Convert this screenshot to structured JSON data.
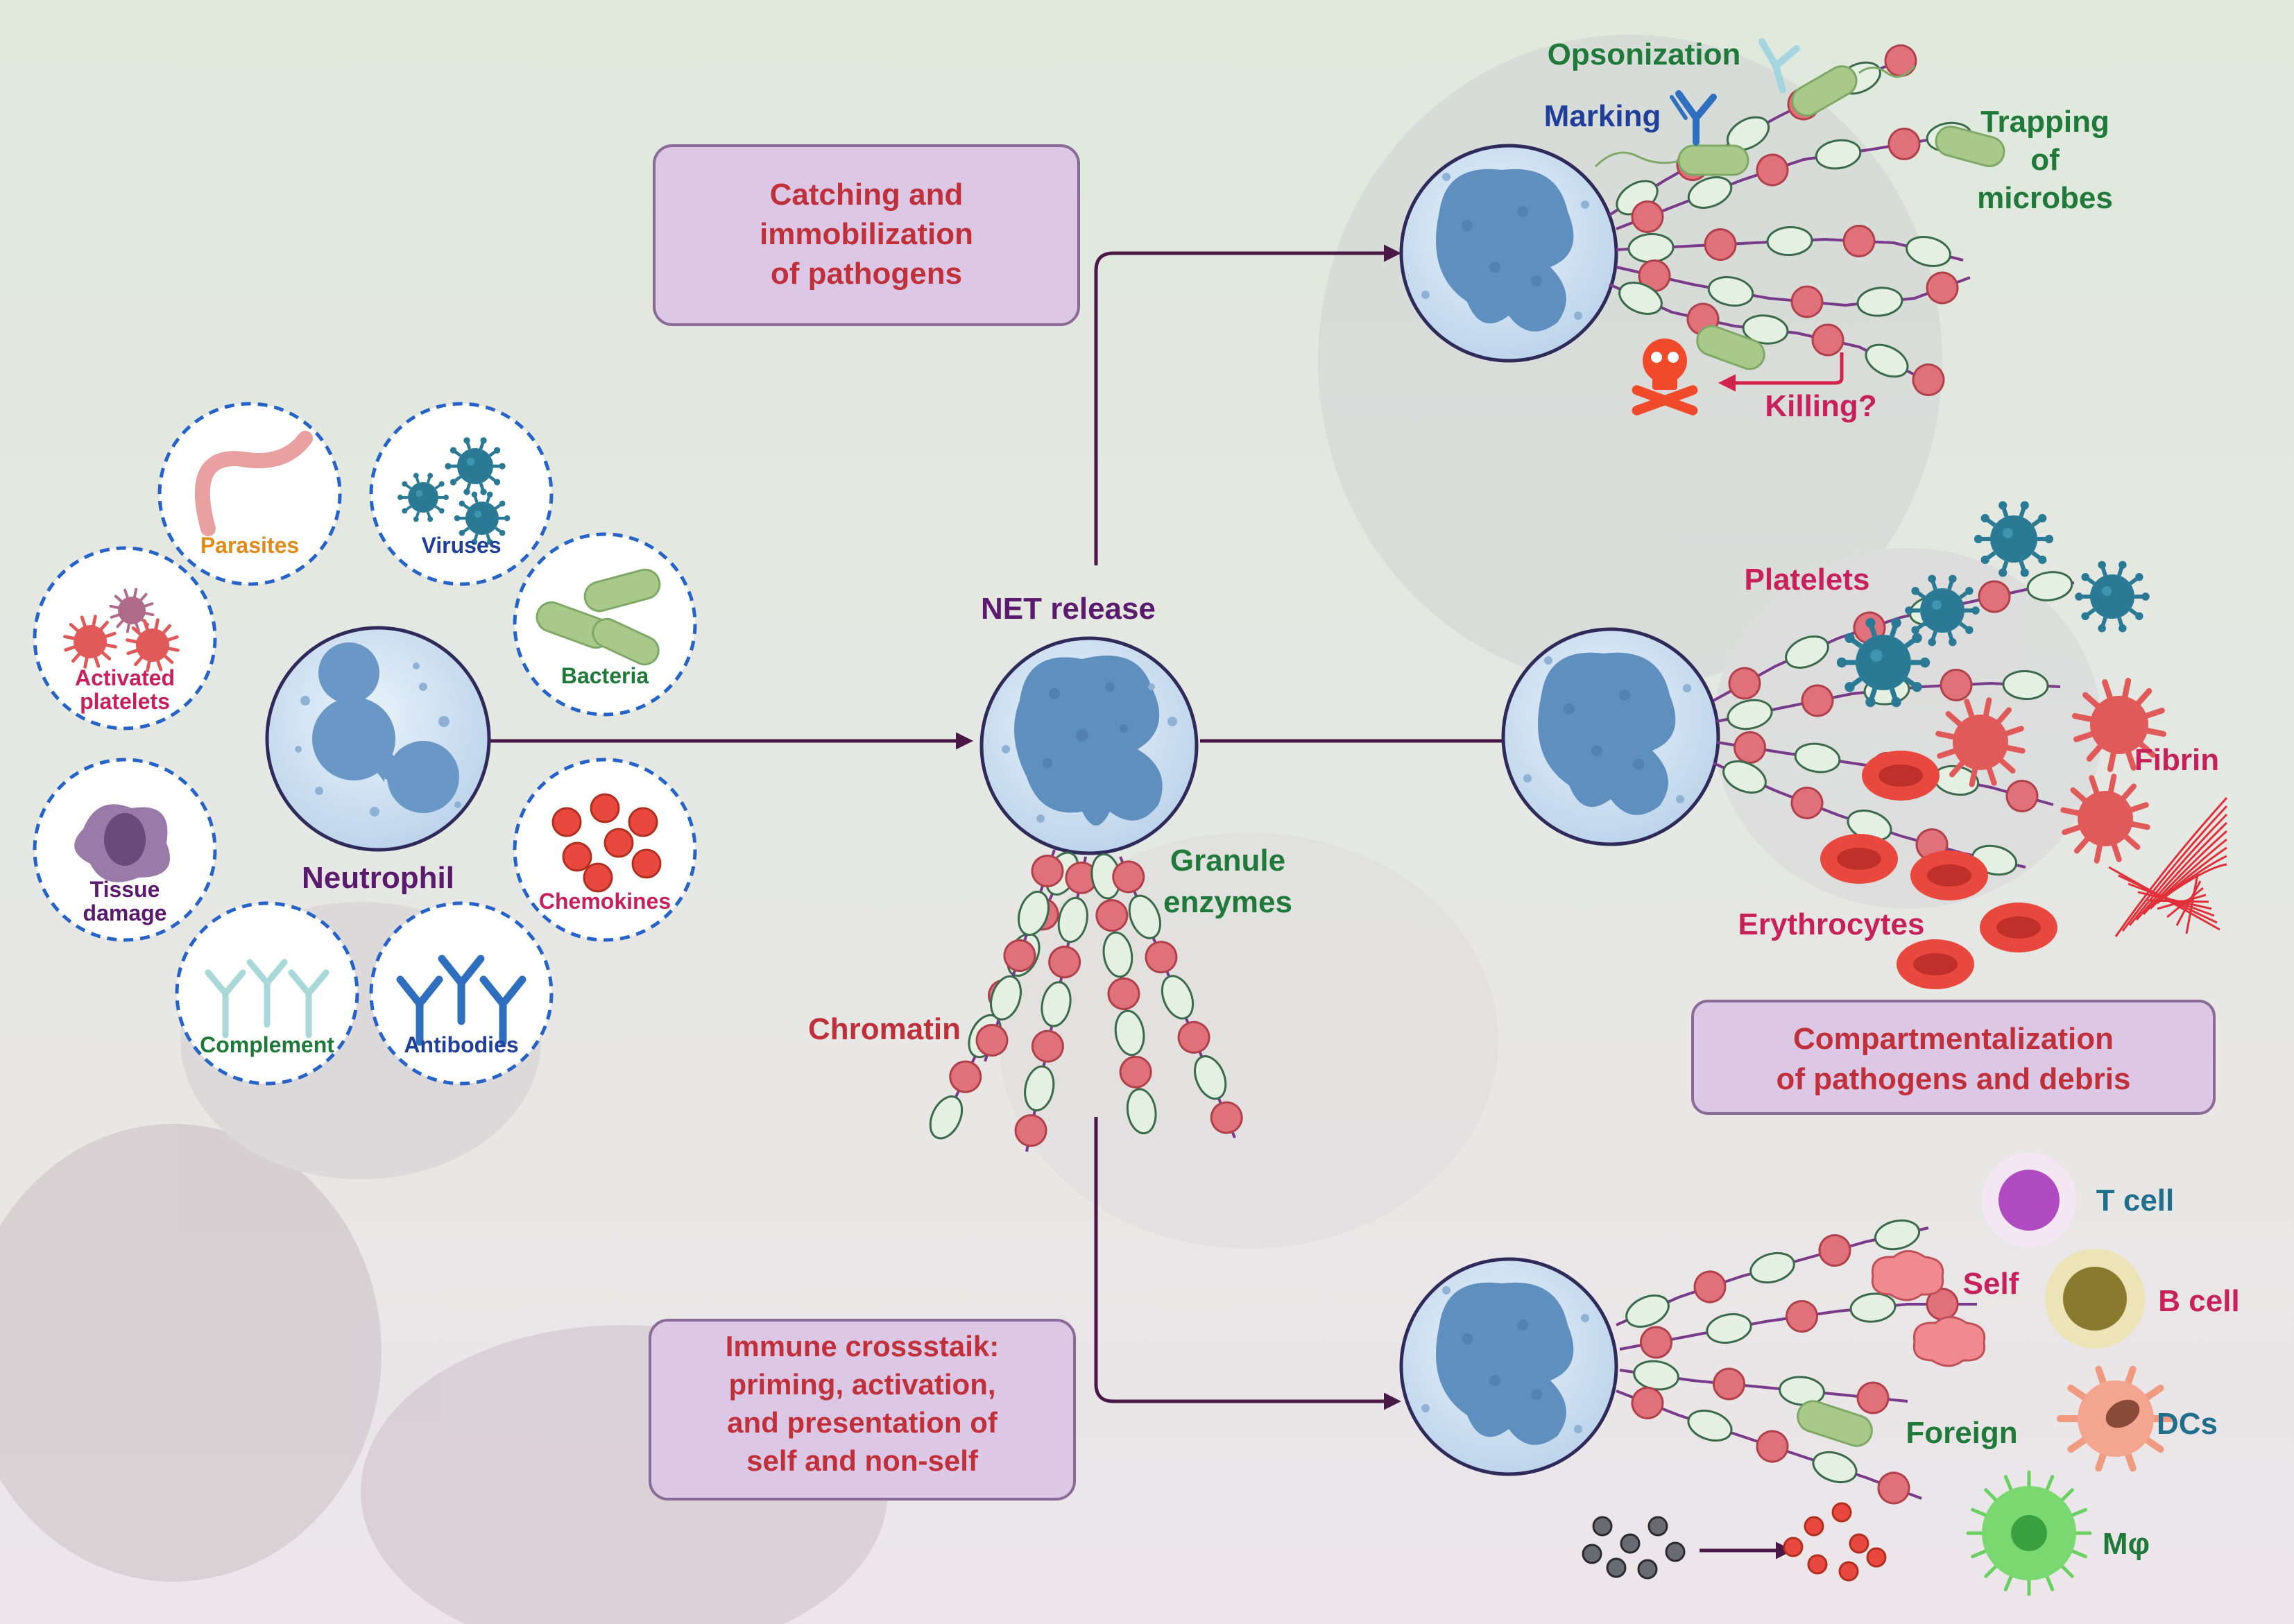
{
  "colors": {
    "bg_top": "#dfe9dc",
    "bg_bottom": "#ece6ea",
    "arrow": "#4a1846",
    "cell_fill": "#cfe0ef",
    "cell_border": "#2f2a5a",
    "nucleus": "#5f8fbf",
    "bead_red": "#e0707a",
    "bead_green": "#e4f1e2",
    "box_fill": "#dcc8e4",
    "box_border": "#8a6a96",
    "dash_blue": "#2563c9",
    "red_text": "#c0303a",
    "green_text": "#1f7a3a",
    "blue_text": "#1f3f9a",
    "purple_text": "#5a1a6e",
    "orange_text": "#e08a1a",
    "magenta_text": "#c8205a",
    "teal_text": "#1e6e8c",
    "virus": "#2a7a96",
    "platelet": "#e05a5a",
    "erythrocyte": "#e8483e",
    "bacteria": "#a8c98a",
    "antibody": "#2f6fc0"
  },
  "left_panel": {
    "center_label": "Neutrophil",
    "stimuli": [
      {
        "label": "Parasites",
        "icon": "parasite-icon"
      },
      {
        "label": "Viruses",
        "icon": "virus-icon"
      },
      {
        "label": "Bacteria",
        "icon": "bacteria-icon"
      },
      {
        "label": "Activated platelets",
        "icon": "platelet-icon"
      },
      {
        "label": "Tissue damage",
        "icon": "damaged-cell-icon"
      },
      {
        "label": "Chemokines",
        "icon": "chemokine-icon"
      },
      {
        "label": "Complement",
        "icon": "complement-icon"
      },
      {
        "label": "Antibodies",
        "icon": "antibody-icon"
      }
    ]
  },
  "center": {
    "title": "NET release",
    "granule_line1": "Granule",
    "granule_line2": "enzymes",
    "chromatin": "Chromatin"
  },
  "boxes": {
    "catching": [
      "Catching and",
      "immobilization",
      "of pathogens"
    ],
    "compartment": [
      "Compartmentalization",
      "of pathogens and debris"
    ],
    "crosstalk": [
      "Immune crossstaik:",
      "priming, activation,",
      "and presentation of",
      "self and non-self"
    ]
  },
  "top_right": {
    "opsonization": "Opsonization",
    "marking": "Marking",
    "trapping": [
      "Trapping",
      "of",
      "microbes"
    ],
    "killing": "Killing?"
  },
  "mid_right": {
    "platelets": "Platelets",
    "fibrin": "Fibrin",
    "erythrocytes": "Erythrocytes"
  },
  "bottom_right": {
    "t_cell": "T cell",
    "self": "Self",
    "b_cell": "B cell",
    "foreign": "Foreign",
    "dcs": "DCs",
    "macrophage": "Mφ"
  }
}
